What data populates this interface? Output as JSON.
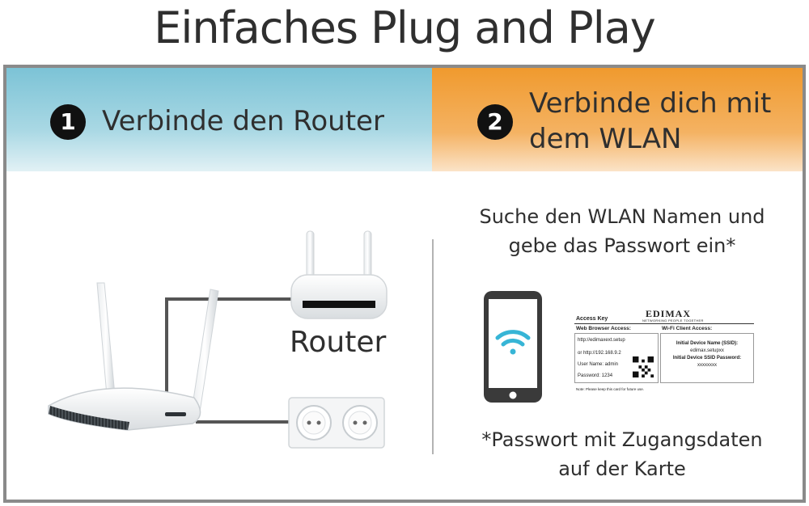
{
  "title": "Einfaches Plug and Play",
  "step1": {
    "number": "1",
    "label": "Verbinde den Router",
    "router_label": "Router",
    "color": "#7cc3d6"
  },
  "step2": {
    "number": "2",
    "label": "Verbinde dich mit\ndem WLAN",
    "instruction": "Suche den WLAN Namen und\ngebe das Passwort ein*",
    "note": "*Passwort mit Zugangsdaten\nauf der Karte",
    "color": "#f09a2e"
  },
  "icons": {
    "wifi": "wifi-icon",
    "smartphone": "smartphone-icon",
    "qr": "qr-code-icon",
    "router": "router-icon",
    "extender": "extender-icon",
    "socket": "power-socket-icon"
  },
  "access_card": {
    "brand": "EDIMAX",
    "tagline": "NETWORKING PEOPLE TOGETHER",
    "title": "Access Key",
    "web_title": "Web Browser Access:",
    "wifi_title": "Wi-Fi Client Access:",
    "url1": "http://edimaxext.setup",
    "url2": "or http://192.168.9.2",
    "user": "User Name: admin",
    "password": "Password: 1234",
    "ssid_label": "Initial Device Name (SSID):",
    "ssid_value": "edimax.setupxx",
    "ssid_password_label": "Initial Device SSID Password:",
    "ssid_password_value": "xxxxxxxx",
    "footer": "Note: Please keep this card for future use."
  }
}
